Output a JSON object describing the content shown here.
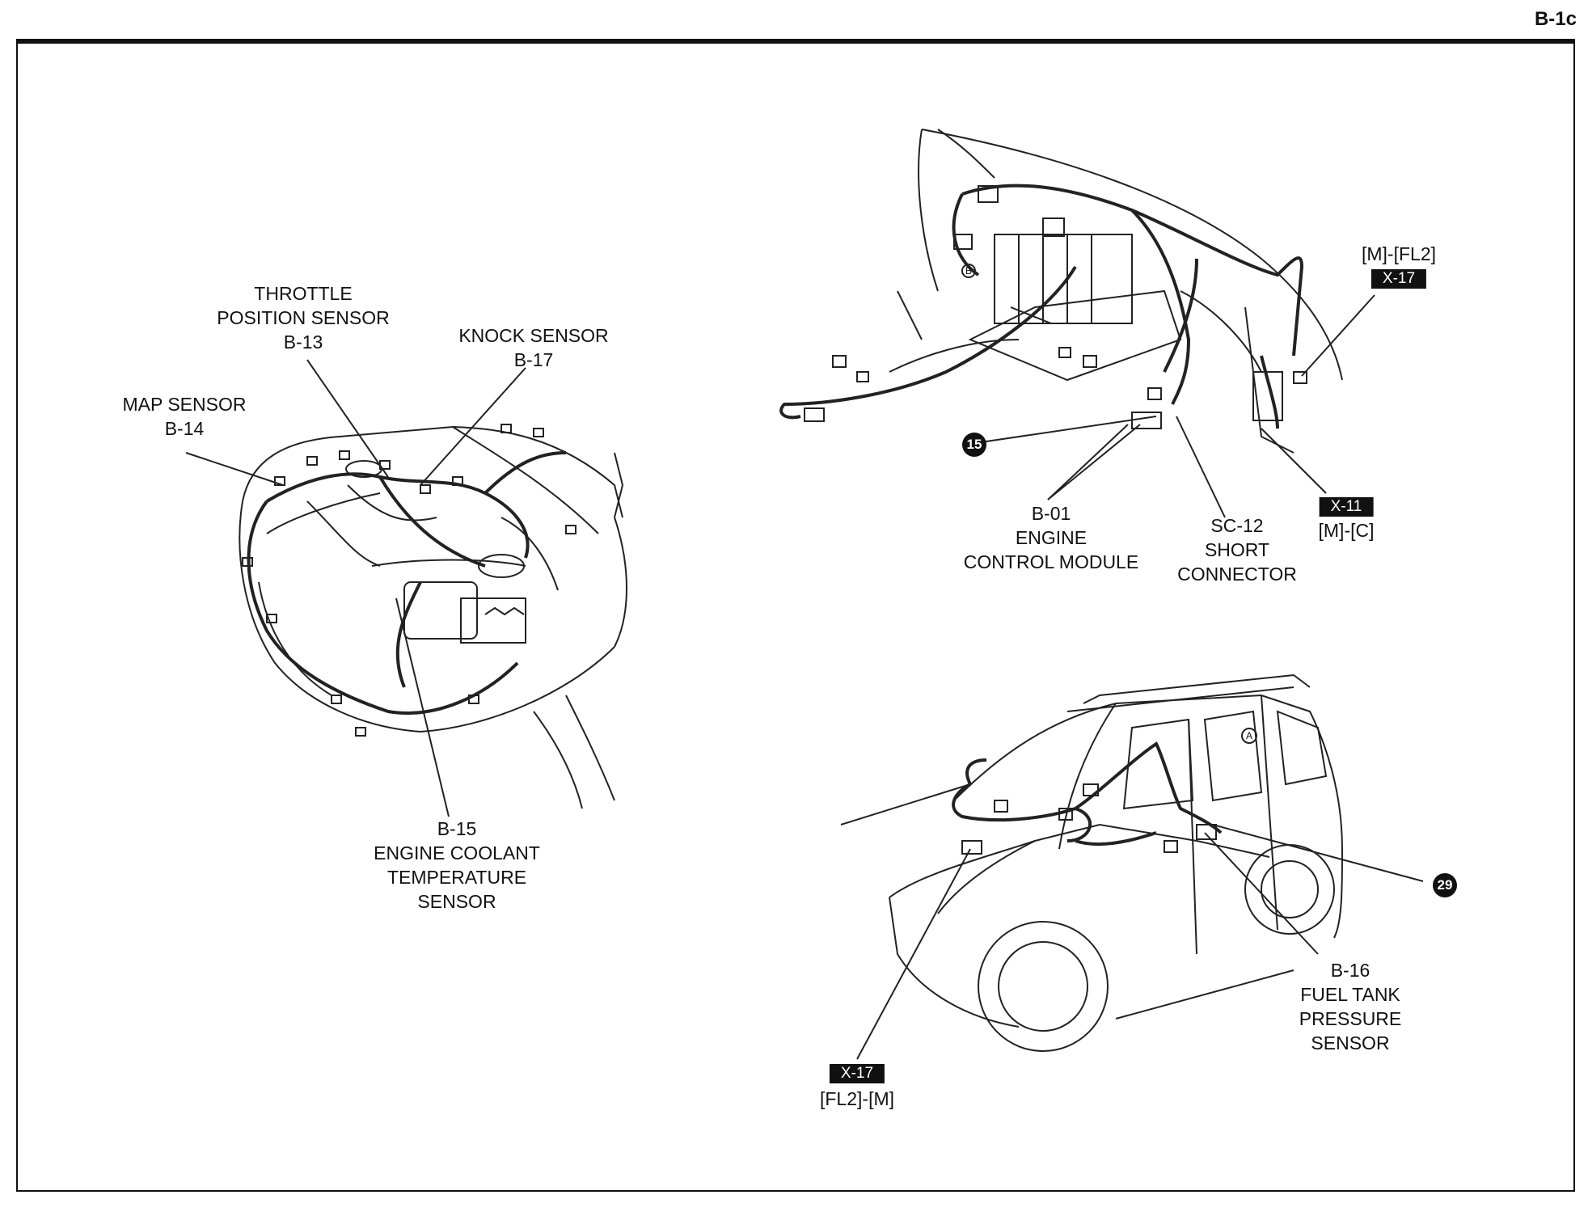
{
  "page": {
    "number": "B-1c"
  },
  "engine_view": {
    "throttle": [
      "THROTTLE",
      "POSITION SENSOR",
      "B-13"
    ],
    "knock": [
      "KNOCK SENSOR",
      "B-17"
    ],
    "map": [
      "MAP SENSOR",
      "B-14"
    ],
    "coolant": [
      "B-15",
      "ENGINE COOLANT",
      "TEMPERATURE",
      "SENSOR"
    ]
  },
  "cabin_view": {
    "m_fl2": {
      "label": "[M]-[FL2]",
      "tag": "X-17"
    },
    "ecm": [
      "B-01",
      "ENGINE",
      "CONTROL MODULE"
    ],
    "short_connector": [
      "SC-12",
      "SHORT",
      "CONNECTOR"
    ],
    "m_c": {
      "tag": "X-11",
      "label": "[M]-[C]"
    },
    "ground_15": "15",
    "marker_b": "B"
  },
  "vehicle_view": {
    "fuel_tank": [
      "B-16",
      "FUEL TANK",
      "PRESSURE",
      "SENSOR"
    ],
    "fl2_m": {
      "tag": "X-17",
      "label": "[FL2]-[M]"
    },
    "ground_29": "29",
    "marker_a": "A"
  }
}
